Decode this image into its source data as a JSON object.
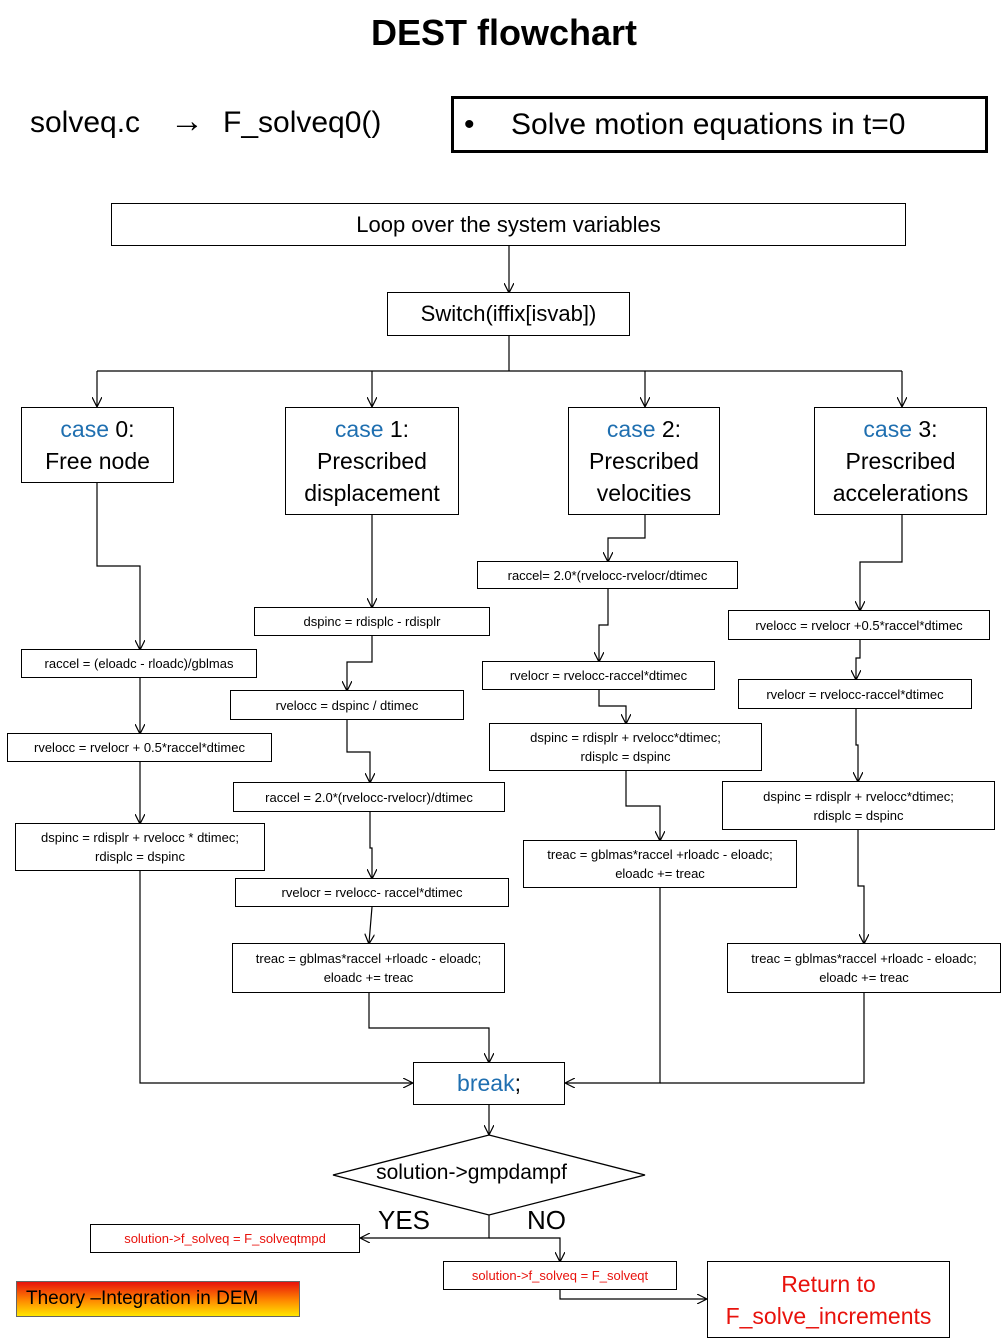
{
  "title": "DEST flowchart",
  "header": {
    "file": "solveq.c",
    "arrow": "→",
    "function": "F_solveq0()",
    "bullet_symbol": "•",
    "bullet_text": "Solve motion equations in t=0"
  },
  "loop_box": "Loop over the system variables",
  "switch_box": "Switch(iffix[isvab])",
  "cases": [
    {
      "keyword": "case",
      "num": " 0:",
      "line1": "Free node",
      "line2": ""
    },
    {
      "keyword": "case",
      "num": " 1:",
      "line1": "Prescribed",
      "line2": "displacement"
    },
    {
      "keyword": "case",
      "num": " 2:",
      "line1": "Prescribed",
      "line2": "velocities"
    },
    {
      "keyword": "case",
      "num": " 3:",
      "line1": "Prescribed",
      "line2": "accelerations"
    }
  ],
  "col0": {
    "raccel": "raccel = (eloadc - rloadc)/gblmas",
    "rvelocc": "rvelocc = rvelocr + 0.5*raccel*dtimec",
    "dspinc_1": "dspinc = rdisplr + rvelocc * dtimec;",
    "dspinc_2": "rdisplc = dspinc"
  },
  "col1": {
    "dspinc": "dspinc  = rdisplc - rdisplr",
    "rvelocc": "rvelocc  = dspinc / dtimec",
    "raccel": "raccel  = 2.0*(rvelocc-rvelocr)/dtimec",
    "rvelocr": "rvelocr =  rvelocc-  raccel*dtimec",
    "treac_1": "treac = gblmas*raccel +rloadc - eloadc;",
    "treac_2": "eloadc += treac"
  },
  "col2": {
    "raccel": "raccel= 2.0*(rvelocc-rvelocr/dtimec",
    "rvelocr": "rvelocr = rvelocc-raccel*dtimec",
    "dspinc_1": "dspinc  = rdisplr + rvelocc*dtimec;",
    "dspinc_2": "rdisplc = dspinc",
    "treac_1": "treac = gblmas*raccel +rloadc - eloadc;",
    "treac_2": "eloadc += treac"
  },
  "col3": {
    "rvelocc": "rvelocc = rvelocr +0.5*raccel*dtimec",
    "rvelocr": "rvelocr = rvelocc-raccel*dtimec",
    "dspinc_1": "dspinc  = rdisplr + rvelocc*dtimec;",
    "dspinc_2": "rdisplc = dspinc",
    "treac_1": "treac = gblmas*raccel +rloadc - eloadc;",
    "treac_2": "eloadc += treac"
  },
  "break_box": {
    "keyword": "break",
    "rest": ";"
  },
  "decision": "solution->gmpdampf",
  "yes_label": "YES",
  "no_label": "NO",
  "yes_box": "solution->f_solveq = F_solveqtmpd",
  "no_box": "solution->f_solveq = F_solveqt",
  "return_box": {
    "line1": "Return to",
    "line2": "F_solve_increments"
  },
  "footer_label": "Theory –Integration  in DEM",
  "colors": {
    "keyword": "#1f6fb0",
    "red": "#e8120c",
    "footer_gradient_top": "#e8120c",
    "footer_gradient_bottom": "#ffe600"
  }
}
